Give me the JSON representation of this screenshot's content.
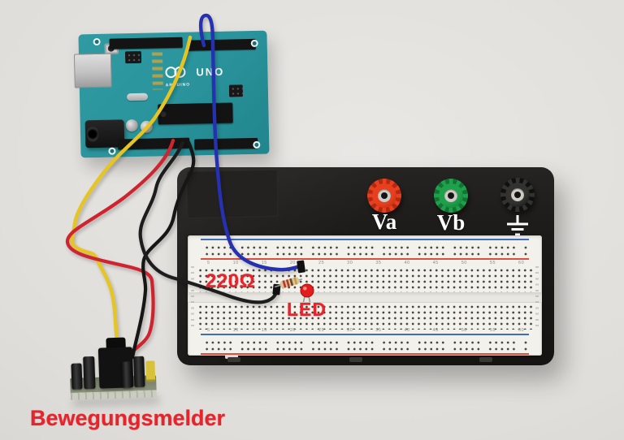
{
  "scene": {
    "background_color": "#e3e1de",
    "annotation_color": "#e8232b",
    "annotations": {
      "resistor": "220Ω",
      "led": "LED",
      "sensor": "Bewegungsmelder"
    },
    "arduino_board": {
      "brand": "ARDUINO",
      "model": "UNO",
      "pcb_color": "#2b959d"
    },
    "terminal_panel": {
      "panel_color": "#1b1917",
      "label_color": "#ffffff",
      "terminals": [
        {
          "label": "Va",
          "knob_color": "#e8401f"
        },
        {
          "label": "Vb",
          "knob_color": "#1fa04b"
        },
        {
          "label": "",
          "icon": "earth-ground",
          "knob_color": "#323230"
        }
      ]
    },
    "breadboard": {
      "body_color": "#f3f1eb",
      "rail_negative_color": "#3f6db8",
      "rail_positive_color": "#d94f40",
      "column_numbers": "5 10 15 20 25 30 35 40 45 50 55 60"
    },
    "wires": [
      {
        "name": "signal-yellow",
        "color": "#e6c522"
      },
      {
        "name": "led-blue",
        "color": "#2531b0"
      },
      {
        "name": "power-red",
        "color": "#cf2430"
      },
      {
        "name": "ground-black-breadboard",
        "color": "#1d1d1d"
      },
      {
        "name": "ground-black-sensor",
        "color": "#161616"
      }
    ],
    "components": {
      "led_color": "#e51c1c",
      "resistor_body_color": "#d8c59b"
    }
  }
}
